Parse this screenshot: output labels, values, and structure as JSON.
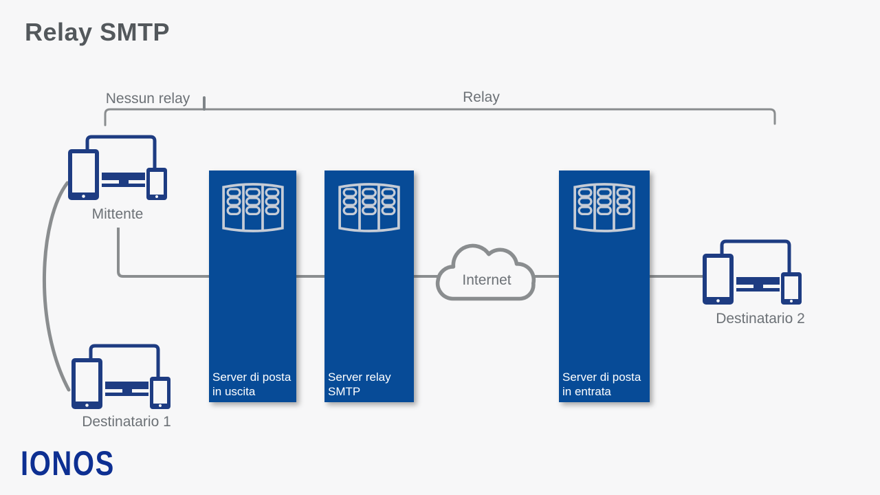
{
  "title": "Relay SMTP",
  "legend": {
    "no_relay": "Nessun relay",
    "relay": "Relay"
  },
  "nodes": {
    "sender": {
      "label": "Mittente"
    },
    "recipient1": {
      "label": "Destinatario 1"
    },
    "recipient2": {
      "label": "Destinatario 2"
    },
    "internet": {
      "label": "Internet"
    },
    "outgoing_server": {
      "line1": "Server di posta",
      "line2": "in uscita"
    },
    "relay_server": {
      "line1": "Server relay",
      "line2": "SMTP"
    },
    "incoming_server": {
      "line1": "Server di posta",
      "line2": "in entrata"
    }
  },
  "logo": {
    "text": "IONOS"
  },
  "colors": {
    "background": "#f7f7f8",
    "device_blue": "#1e3c82",
    "server_blue": "#074b97",
    "line_gray": "#8a8d8f",
    "label_gray": "#6c7176",
    "title_gray": "#53585c",
    "logo_blue": "#0d2f92",
    "server_icon_gray": "#c6ccd6",
    "tower_text": "#ffffff"
  }
}
